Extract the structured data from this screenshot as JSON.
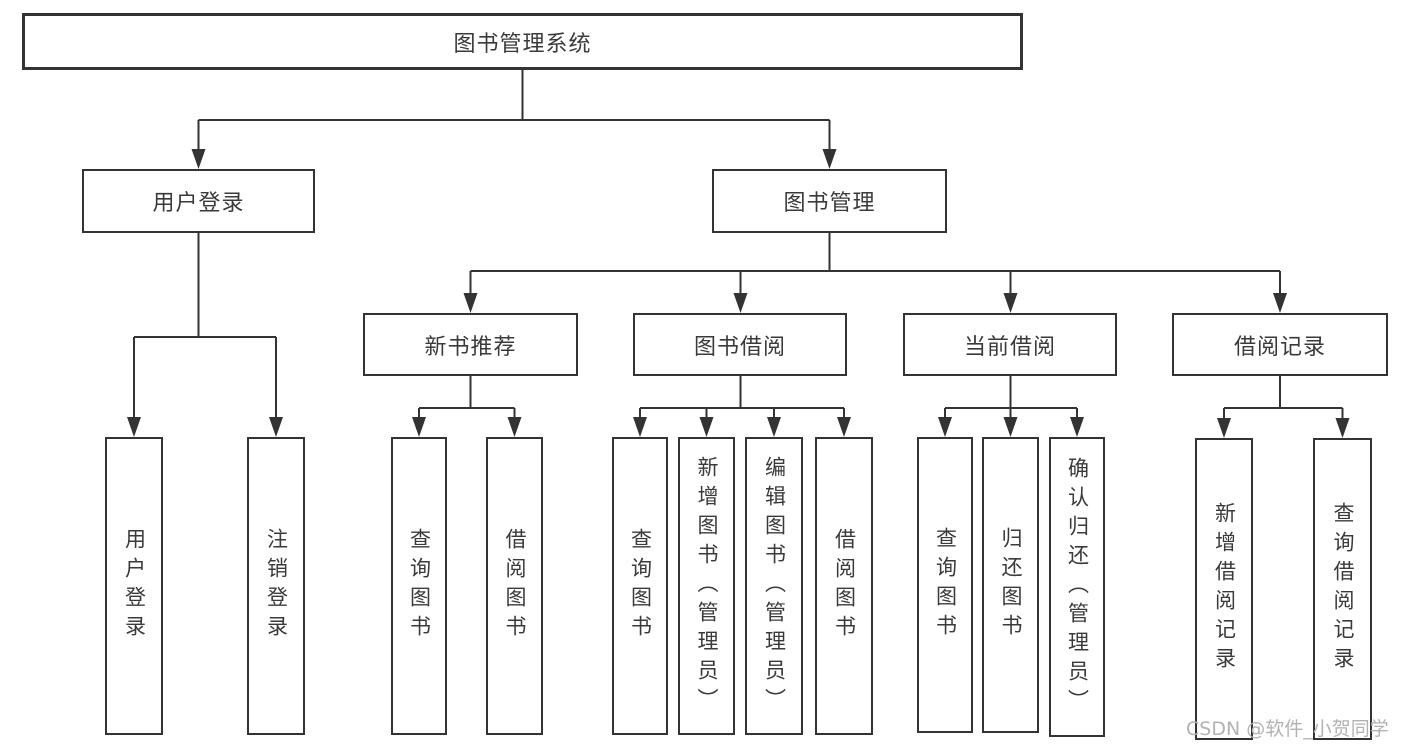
{
  "tree": {
    "root": {
      "label": "图书管理系统"
    },
    "branches": [
      {
        "label": "用户登录",
        "children": [
          {
            "label": "用户登录"
          },
          {
            "label": "注销登录"
          }
        ]
      },
      {
        "label": "图书管理",
        "children": [
          {
            "label": "新书推荐",
            "children": [
              {
                "label": "查询图书"
              },
              {
                "label": "借阅图书"
              }
            ]
          },
          {
            "label": "图书借阅",
            "children": [
              {
                "label": "查询图书"
              },
              {
                "label": "新增图书（管理员）"
              },
              {
                "label": "编辑图书（管理员）"
              },
              {
                "label": "借阅图书"
              }
            ]
          },
          {
            "label": "当前借阅",
            "children": [
              {
                "label": "查询图书"
              },
              {
                "label": "归还图书"
              },
              {
                "label": "确认归还（管理员）"
              }
            ]
          },
          {
            "label": "借阅记录",
            "children": [
              {
                "label": "新增借阅记录"
              },
              {
                "label": "查询借阅记录"
              }
            ]
          }
        ]
      }
    ]
  },
  "watermark": {
    "text": "CSDN @软件_小贺同学"
  },
  "colors": {
    "line": "#333333",
    "box_border": "#333333",
    "text": "#3a3a3a",
    "background": "#ffffff",
    "watermark": "#b2b2b2"
  }
}
